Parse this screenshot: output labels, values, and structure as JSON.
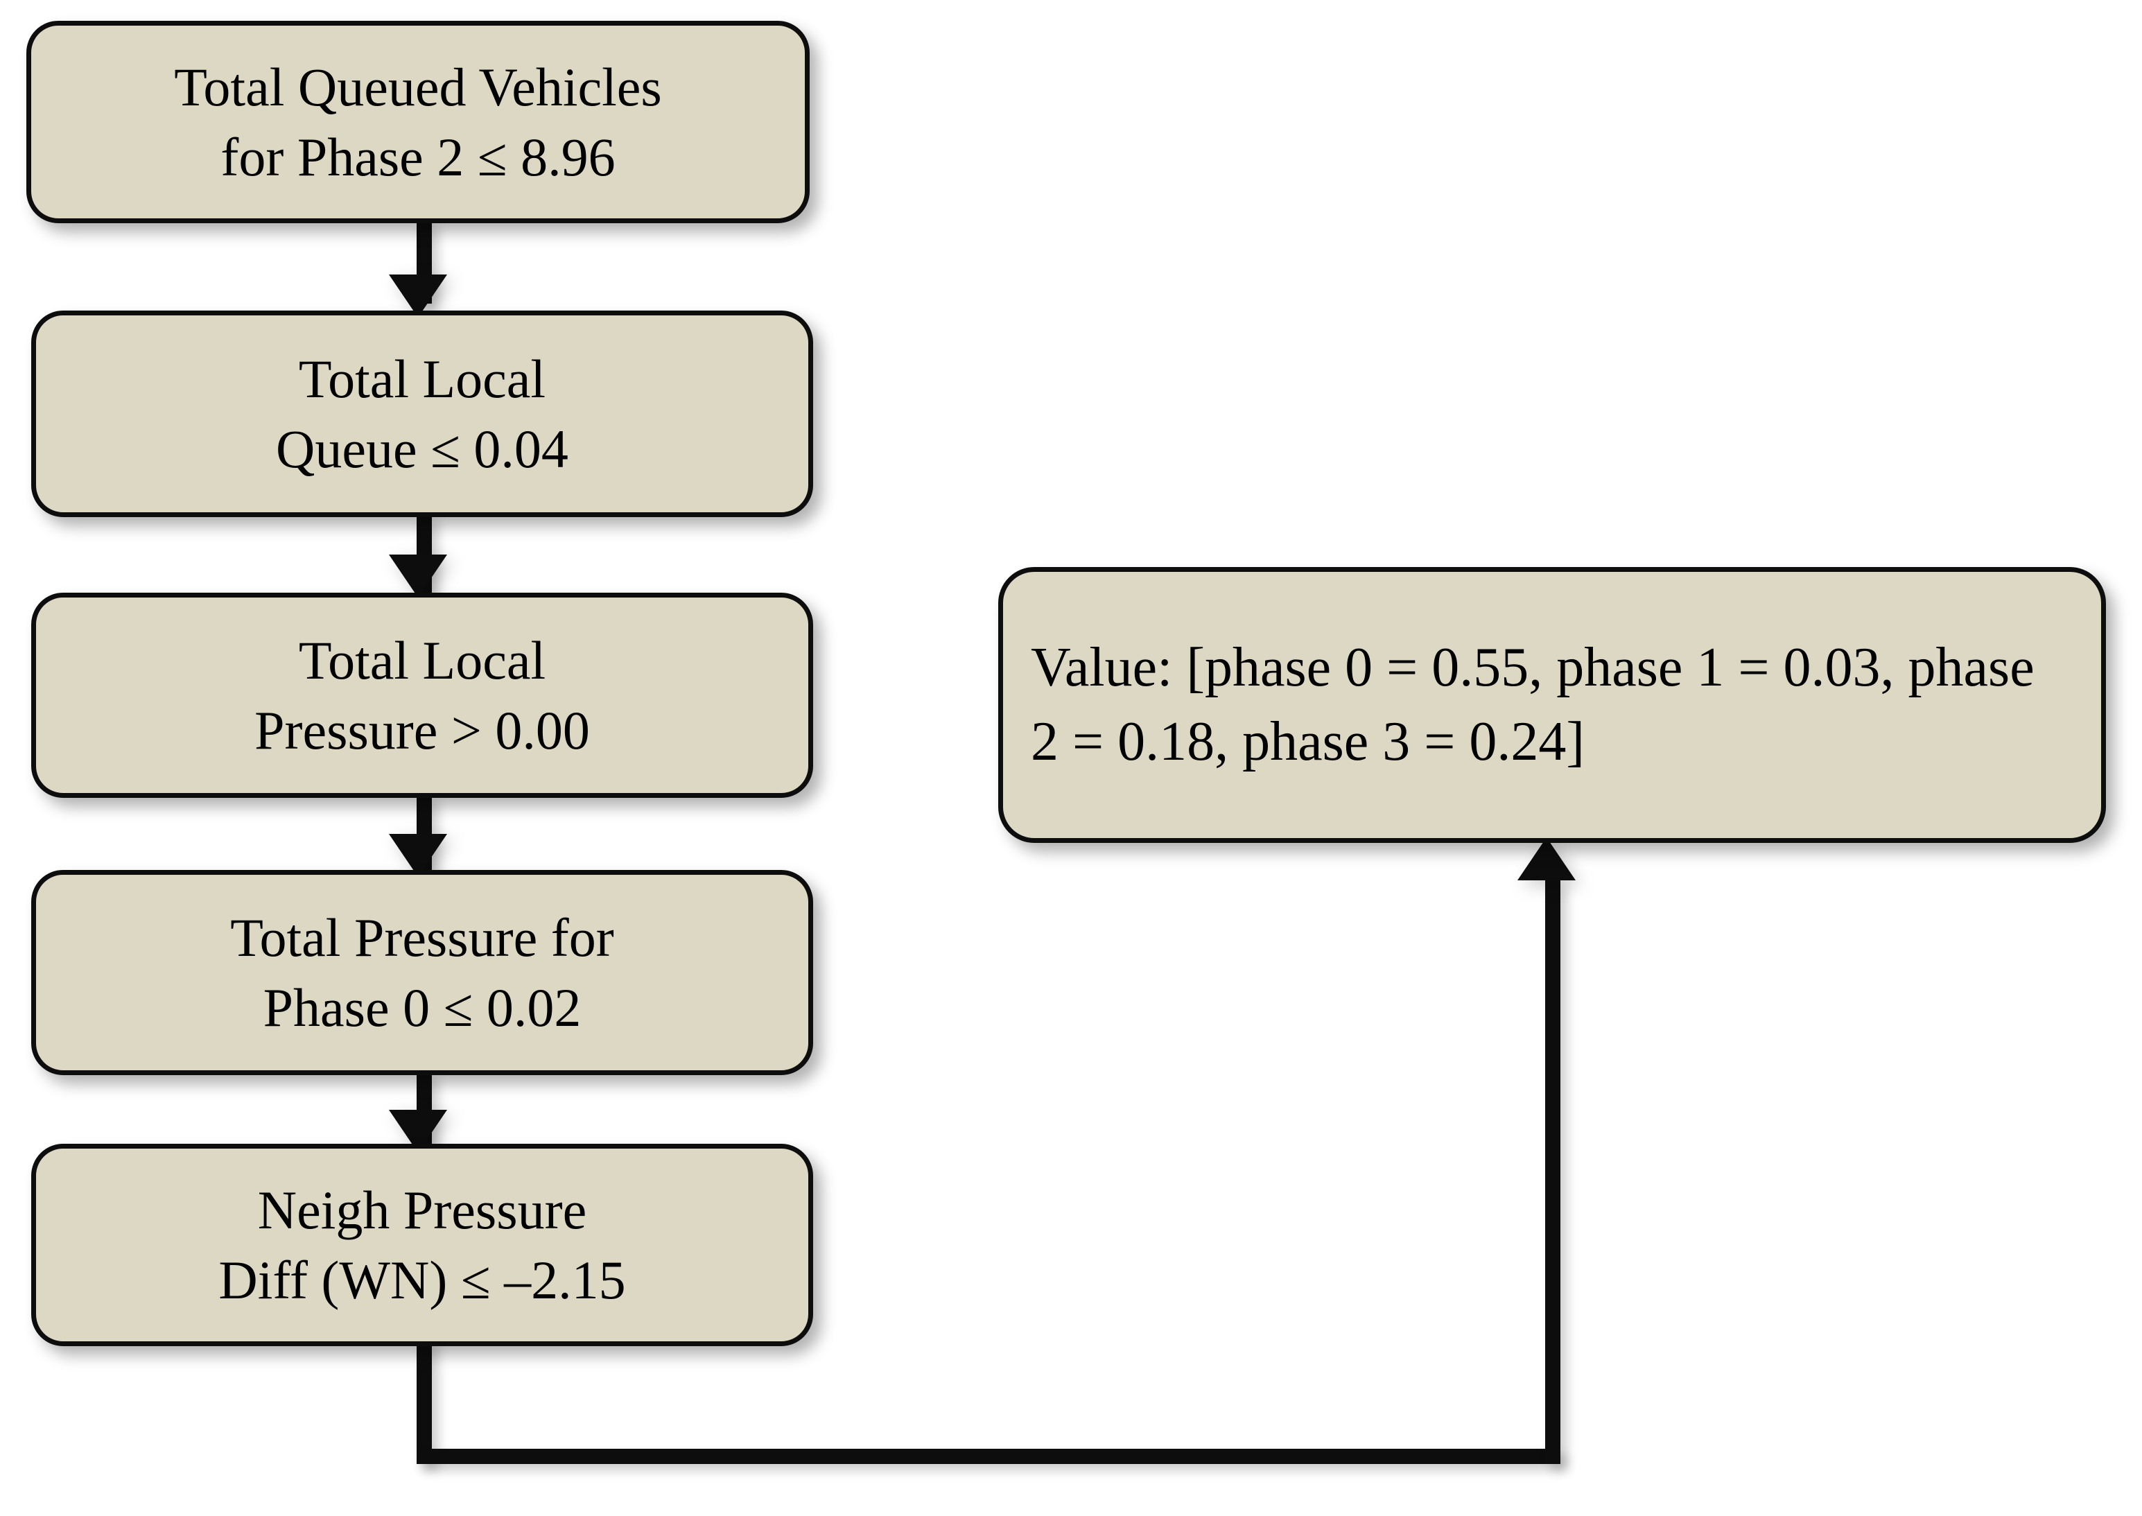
{
  "diagram": {
    "type": "decision-rule-flowchart",
    "colors": {
      "node_fill": "#ddd8c4",
      "node_border": "#0d0d0d",
      "edge": "#0d0d0d",
      "background": "#ffffff",
      "text": "#000000"
    },
    "nodes": [
      {
        "id": "condition-1",
        "name": "total-queued-vehicles-phase-2",
        "text": "Total Queued Vehicles\nfor Phase 2 ≤ 8.96",
        "feature": "Total Queued Vehicles for Phase 2",
        "operator": "≤",
        "threshold": "8.96"
      },
      {
        "id": "condition-2",
        "name": "total-local-queue",
        "text": "Total Local\nQueue ≤ 0.04",
        "feature": "Total Local Queue",
        "operator": "≤",
        "threshold": "0.04"
      },
      {
        "id": "condition-3",
        "name": "total-local-pressure",
        "text": "Total Local\nPressure  >  0.00",
        "feature": "Total Local Pressure",
        "operator": ">",
        "threshold": "0.00"
      },
      {
        "id": "condition-4",
        "name": "total-pressure-phase-0",
        "text": "Total Pressure for\nPhase 0 ≤ 0.02",
        "feature": "Total Pressure for Phase 0",
        "operator": "≤",
        "threshold": "0.02"
      },
      {
        "id": "condition-5",
        "name": "neigh-pressure-diff-wn",
        "text": "Neigh Pressure\nDiff (WN) ≤ –2.15",
        "feature": "Neigh Pressure Diff (WN)",
        "operator": "≤",
        "threshold": "–2.15"
      }
    ],
    "value_node": {
      "id": "value-leaf",
      "name": "value-output",
      "text": "Value: [phase 0 = 0.55, phase 1 = 0.03, phase 2 = 0.18, phase 3 = 0.24]",
      "label": "Value:",
      "phases": [
        {
          "name": "phase 0",
          "value": "0.55"
        },
        {
          "name": "phase 1",
          "value": "0.03"
        },
        {
          "name": "phase 2",
          "value": "0.18"
        },
        {
          "name": "phase 3",
          "value": "0.24"
        }
      ]
    },
    "edges": [
      {
        "from": "condition-1",
        "to": "condition-2",
        "style": "arrow-down"
      },
      {
        "from": "condition-2",
        "to": "condition-3",
        "style": "arrow-down"
      },
      {
        "from": "condition-3",
        "to": "condition-4",
        "style": "arrow-down"
      },
      {
        "from": "condition-4",
        "to": "condition-5",
        "style": "arrow-down"
      },
      {
        "from": "condition-5",
        "to": "value-leaf",
        "style": "orthogonal-arrow-up"
      }
    ]
  }
}
